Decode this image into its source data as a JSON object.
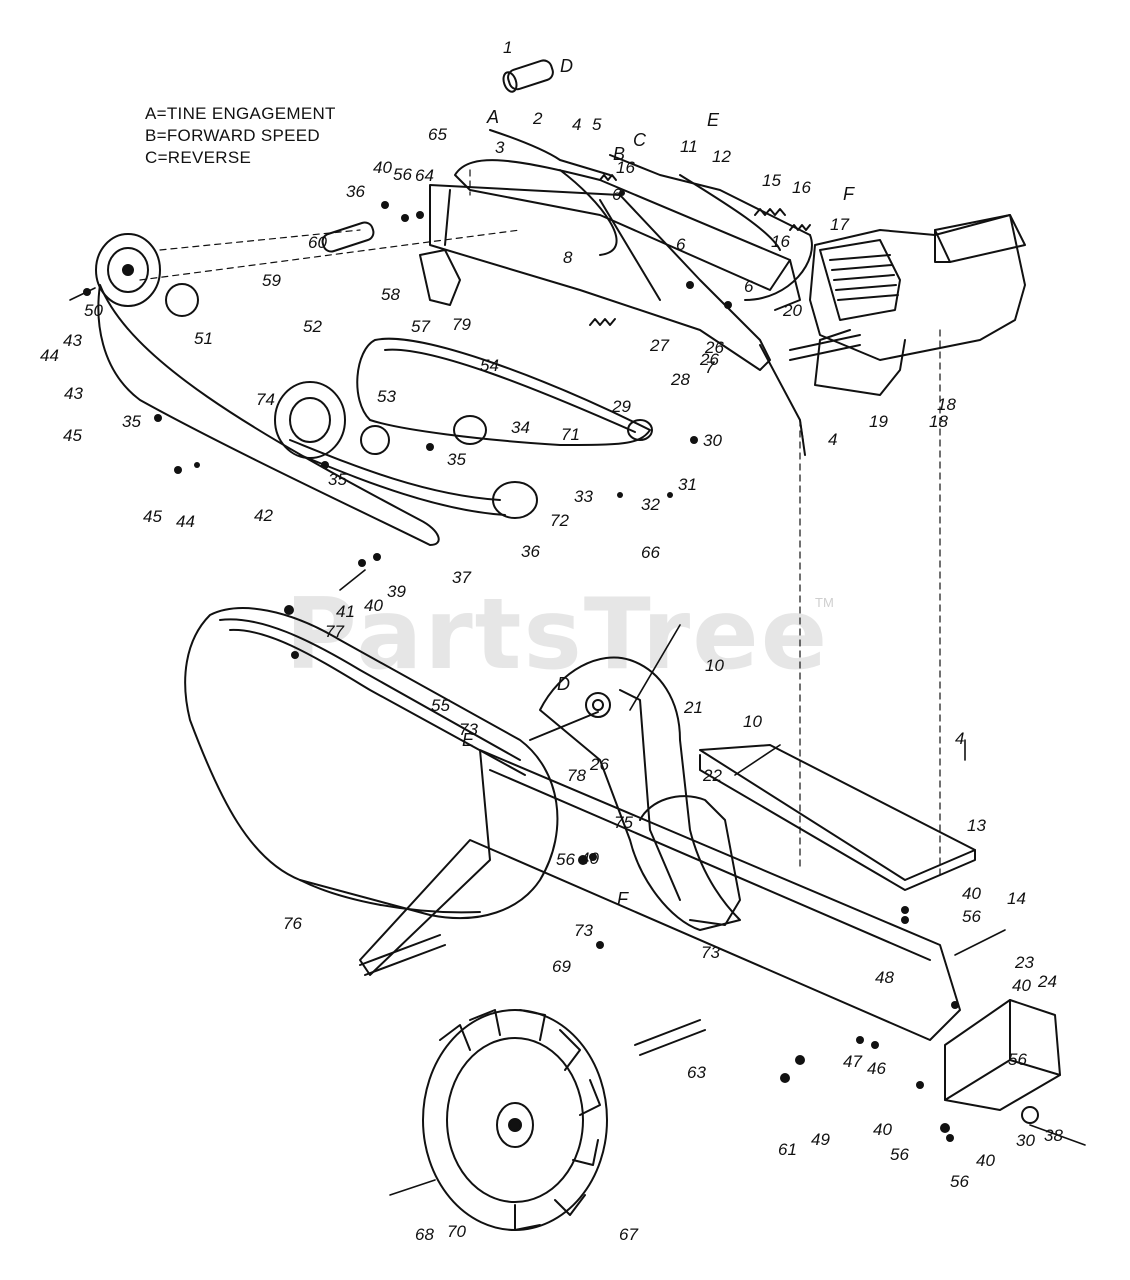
{
  "legend": {
    "line_a": "A=TINE ENGAGEMENT",
    "line_b": "B=FORWARD SPEED",
    "line_c": "C=REVERSE"
  },
  "watermark": {
    "text": "PartsTree",
    "tm": "TM"
  },
  "letters": [
    "D",
    "A",
    "E",
    "B",
    "C",
    "F",
    "D",
    "E",
    "F"
  ],
  "callouts": [
    "1",
    "2",
    "4",
    "5",
    "3",
    "11",
    "12",
    "40",
    "56",
    "64",
    "65",
    "36",
    "16",
    "6",
    "15",
    "16",
    "17",
    "16",
    "60",
    "58",
    "57",
    "79",
    "8",
    "6",
    "6",
    "59",
    "20",
    "50",
    "43",
    "44",
    "45",
    "51",
    "54",
    "27",
    "28",
    "26",
    "7",
    "18",
    "52",
    "53",
    "74",
    "29",
    "34",
    "71",
    "19",
    "18",
    "4",
    "35",
    "35",
    "35",
    "30",
    "26",
    "31",
    "33",
    "72",
    "32",
    "43",
    "45",
    "44",
    "42",
    "36",
    "66",
    "37",
    "41",
    "40",
    "39",
    "77",
    "10",
    "21",
    "10",
    "55",
    "73",
    "78",
    "26",
    "22",
    "4",
    "13",
    "75",
    "56",
    "40",
    "73",
    "76",
    "40",
    "56",
    "14",
    "69",
    "73",
    "23",
    "48",
    "40",
    "24",
    "47",
    "46",
    "56",
    "63",
    "61",
    "49",
    "40",
    "56",
    "30",
    "38",
    "40",
    "56",
    "68",
    "70",
    "67"
  ]
}
